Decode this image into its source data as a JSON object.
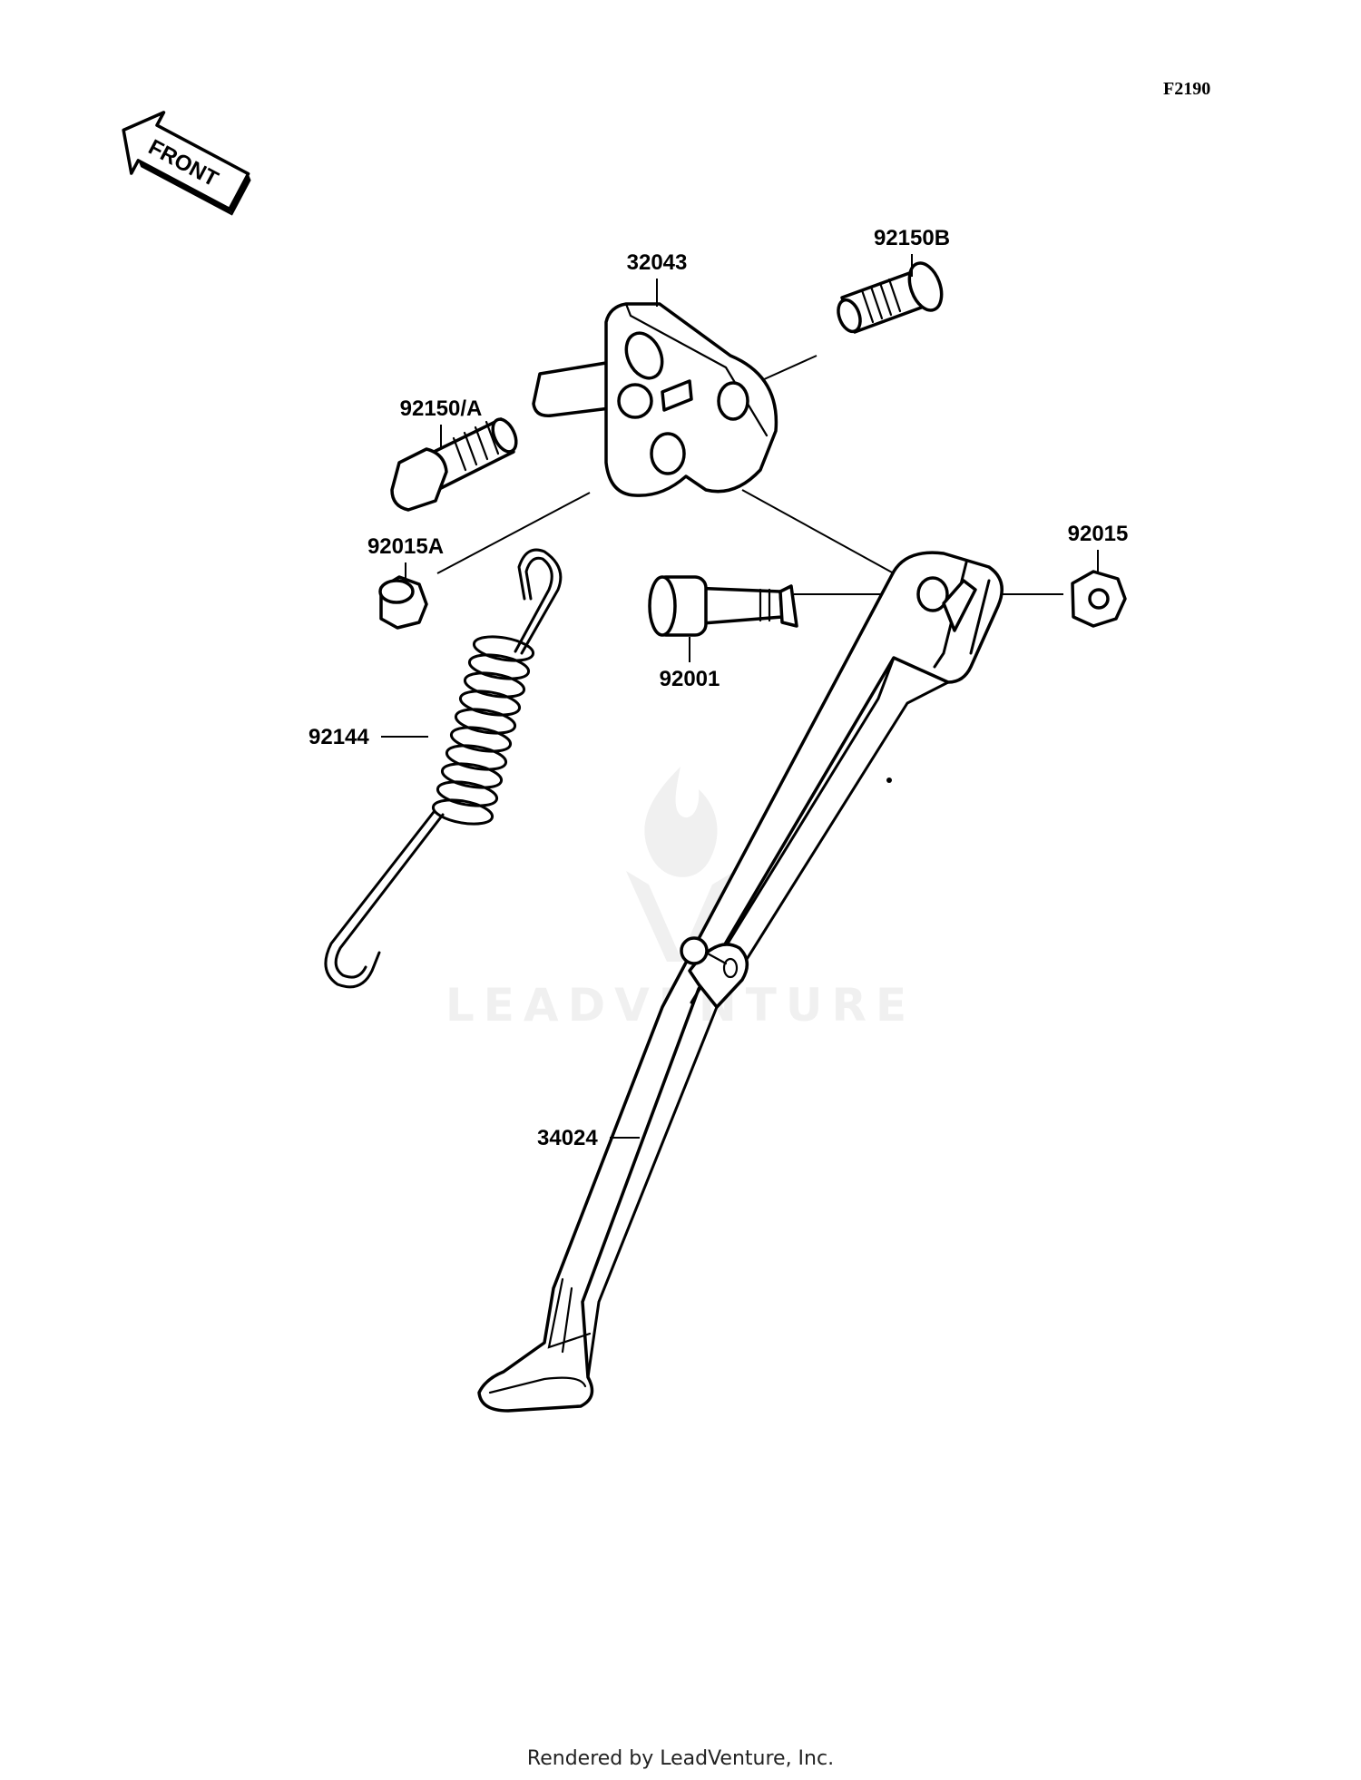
{
  "figure_code": "F2190",
  "front_indicator": "FRONT",
  "watermark": "LEADVENTURE",
  "footer": "Rendered by LeadVenture, Inc.",
  "parts": {
    "bracket": "32043",
    "bolt_upper_right": "92150B",
    "bolt_left": "92150/A",
    "nut_small": "92015A",
    "nut_right": "92015",
    "pivot_bolt": "92001",
    "spring": "92144",
    "side_stand": "34024"
  },
  "colors": {
    "ink": "#000000",
    "watermark": "#f0f0f0",
    "background": "#ffffff"
  }
}
